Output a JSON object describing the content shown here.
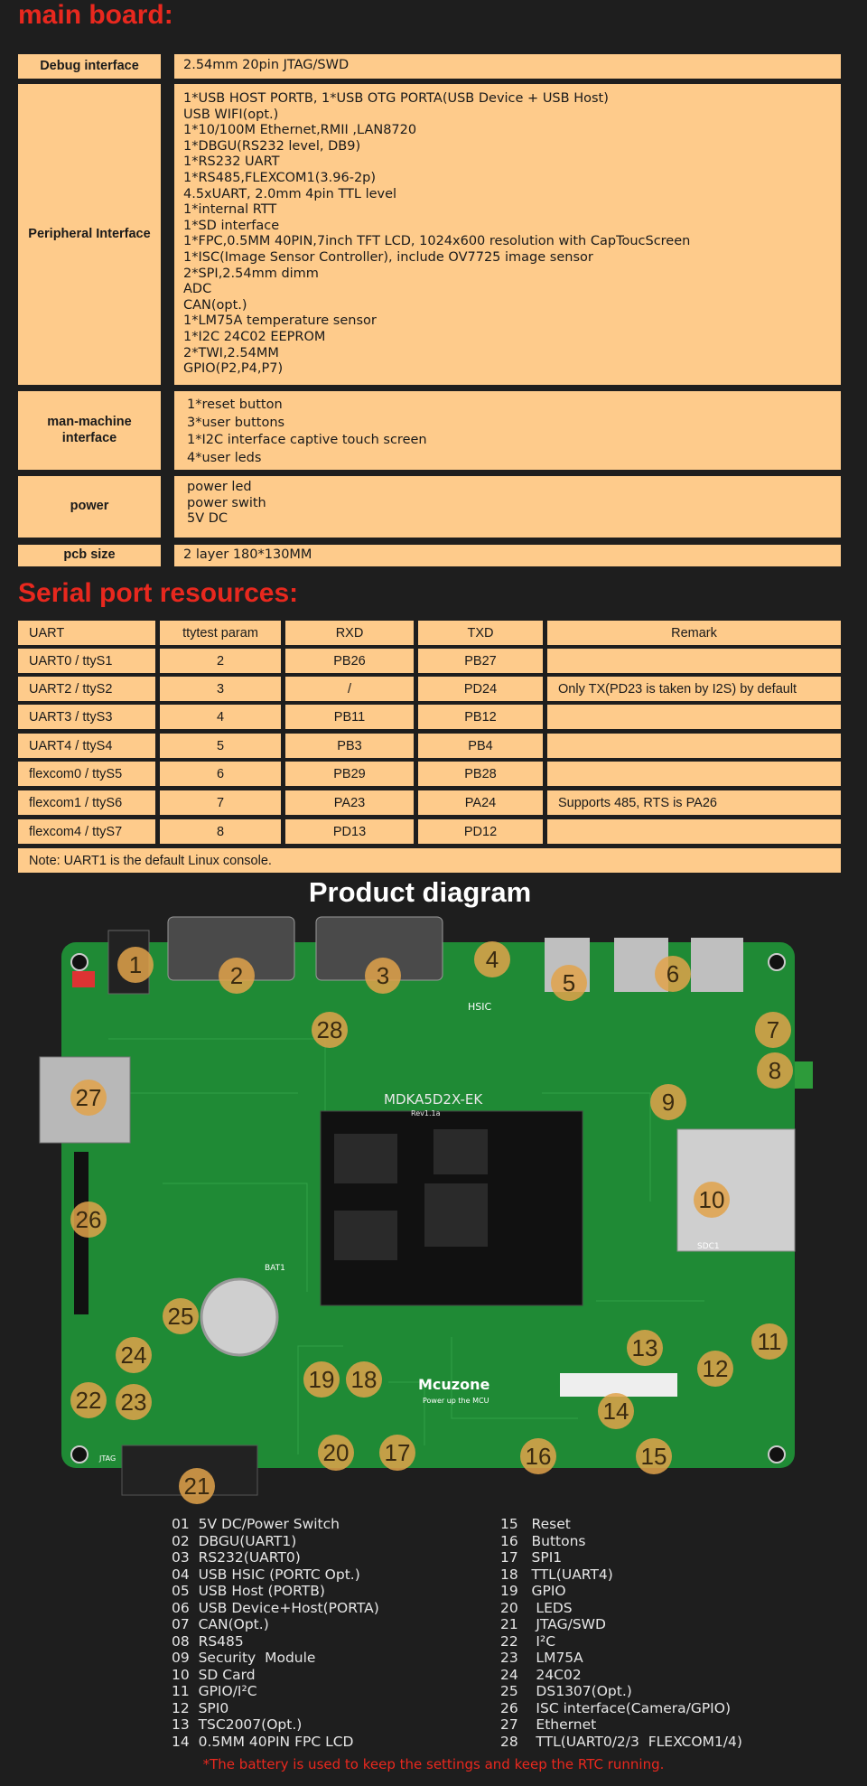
{
  "main_heading": "main board:",
  "main_table": [
    {
      "label": "Debug interface",
      "value": "2.54mm 20pin JTAG/SWD"
    },
    {
      "label": "Peripheral Interface",
      "value": "1*USB HOST PORTB, 1*USB OTG PORTA(USB Device + USB Host)\nUSB WIFI(opt.)\n1*10/100M Ethernet,RMII ,LAN8720\n1*DBGU(RS232 level, DB9)\n1*RS232 UART\n1*RS485,FLEXCOM1(3.96-2p)\n4.5xUART, 2.0mm 4pin TTL level\n1*internal RTT\n1*SD interface\n1*FPC,0.5MM 40PIN,7inch TFT LCD, 1024x600 resolution with CapToucScreen\n1*ISC(Image Sensor Controller), include OV7725 image sensor\n2*SPI,2.54mm dimm\nADC\nCAN(opt.)\n1*LM75A temperature sensor\n1*I2C 24C02 EEPROM\n2*TWI,2.54MM\nGPIO(P2,P4,P7)"
    },
    {
      "label": "man-machine interface",
      "value": "1*reset button\n3*user buttons\n1*I2C interface captive touch screen\n4*user leds"
    },
    {
      "label": "power",
      "value": "power led\npower swith\n5V DC"
    },
    {
      "label": "pcb size",
      "value": "2 layer 180*130MM"
    }
  ],
  "serial_heading": "Serial port resources:",
  "serial_table": {
    "headers": [
      "UART",
      "ttytest param",
      "RXD",
      "TXD",
      "Remark"
    ],
    "rows": [
      [
        "UART0 / ttyS1",
        "2",
        "PB26",
        "PB27",
        ""
      ],
      [
        "UART2 / ttyS2",
        "3",
        "/",
        "PD24",
        "Only TX(PD23 is taken by I2S) by default"
      ],
      [
        "UART3 / ttyS3",
        "4",
        "PB11",
        "PB12",
        ""
      ],
      [
        "UART4 / ttyS4",
        "5",
        "PB3",
        "PB4",
        ""
      ],
      [
        "flexcom0 / ttyS5",
        "6",
        "PB29",
        "PB28",
        ""
      ],
      [
        "flexcom1 / ttyS6",
        "7",
        "PA23",
        "PA24",
        "Supports 485, RTS is PA26"
      ],
      [
        "flexcom4 / ttyS7",
        "8",
        "PD13",
        "PD12",
        ""
      ]
    ],
    "note": "Note: UART1 is the default Linux console."
  },
  "diagram_title": "Product diagram",
  "board_text": {
    "model": "MDKA5D2X-EK",
    "rev": "Rev1.1a",
    "brand": "Mcuzone",
    "slogan": "Power up the MCU",
    "hsic": "HSIC",
    "sdc": "SDC1",
    "bat": "BAT1",
    "jtag": "JTAG"
  },
  "callouts": [
    "1",
    "2",
    "3",
    "4",
    "5",
    "6",
    "7",
    "8",
    "9",
    "10",
    "11",
    "12",
    "13",
    "14",
    "15",
    "16",
    "17",
    "18",
    "19",
    "20",
    "21",
    "22",
    "23",
    "24",
    "25",
    "26",
    "27",
    "28"
  ],
  "legend_left": [
    "01  5V DC/Power Switch",
    "02  DBGU(UART1)",
    "03  RS232(UART0)",
    "04  USB HSIC (PORTC Opt.)",
    "05  USB Host (PORTB)",
    "06  USB Device+Host(PORTA)",
    "07  CAN(Opt.)",
    "08  RS485",
    "09  Security  Module",
    "10  SD Card",
    "11  GPIO/I²C",
    "12  SPI0",
    "13  TSC2007(Opt.)",
    "14  0.5MM 40PIN FPC LCD"
  ],
  "legend_right": [
    "15   Reset",
    "16   Buttons",
    "17   SPI1",
    "18   TTL(UART4)",
    "19   GPIO",
    "20    LEDS",
    "21    JTAG/SWD",
    "22    I²C",
    "23    LM75A",
    "24    24C02",
    "25    DS1307(Opt.)",
    "26    ISC interface(Camera/GPIO)",
    "27    Ethernet",
    "28    TTL(UART0/2/3  FLEXCOM1/4)"
  ],
  "footnote": "*The battery is used to keep the settings and keep the RTC running.",
  "colors": {
    "accent_red": "#e8281e",
    "cell": "#fecb8b",
    "pcb": "#1f7f33",
    "callout": "#e0a24a"
  }
}
